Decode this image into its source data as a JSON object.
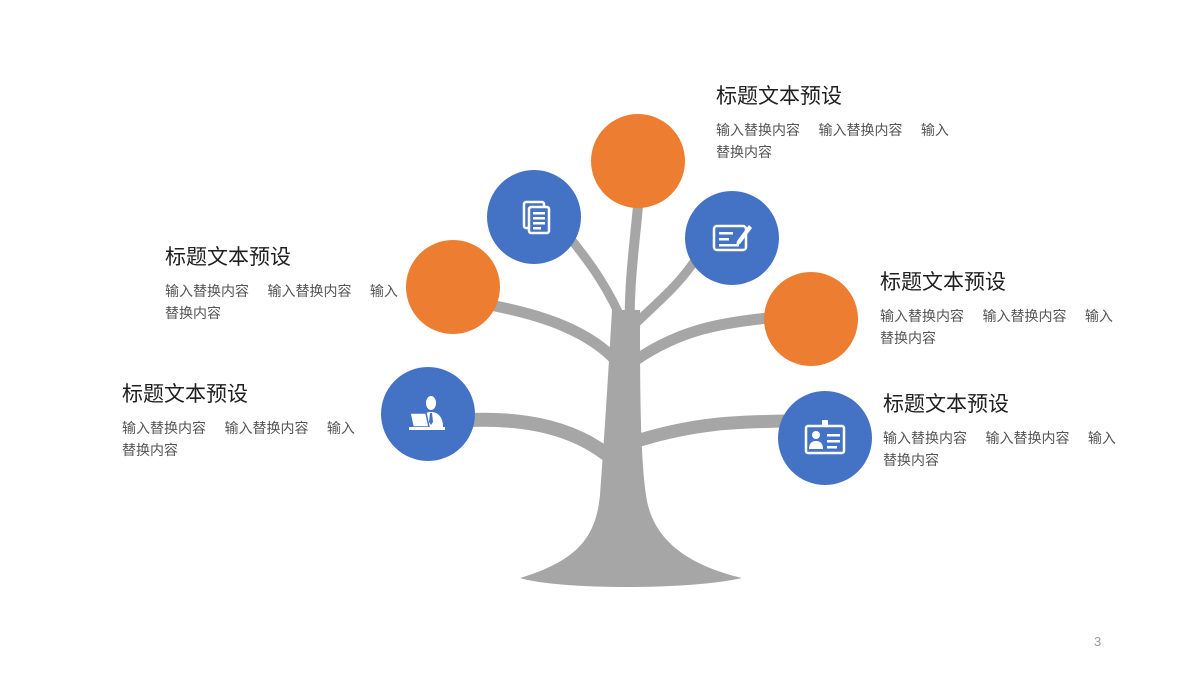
{
  "blocks": [
    {
      "title": "标题文本预设",
      "body": "输入替换内容　 输入替换内容　 输入替换内容"
    },
    {
      "title": "标题文本预设",
      "body": "输入替换内容　 输入替换内容　 输入替换内容"
    },
    {
      "title": "标题文本预设",
      "body": "输入替换内容　 输入替换内容　 输入替换内容"
    },
    {
      "title": "标题文本预设",
      "body": "输入替换内容　 输入替换内容　 输入替换内容"
    },
    {
      "title": "标题文本预设",
      "body": "输入替换内容　 输入替换内容　 输入替换内容"
    }
  ],
  "page_number": "3",
  "colors": {
    "orange": "#ED7D31",
    "blue": "#4472C4",
    "trunk": "#A6A6A6"
  },
  "icons": [
    "documents-icon",
    "certificate-pen-icon",
    "businessman-laptop-icon",
    "id-badge-icon"
  ]
}
